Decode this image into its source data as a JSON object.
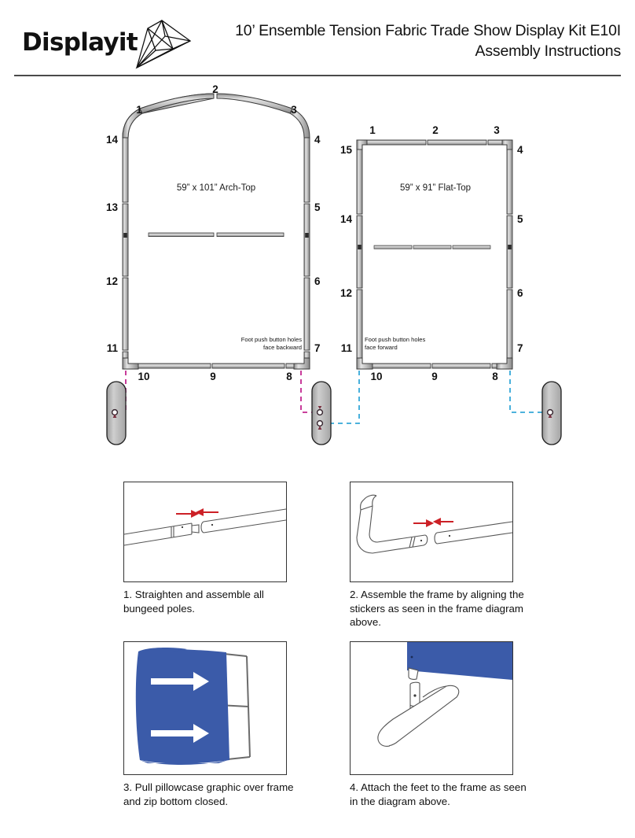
{
  "brand": {
    "name": "Displayit",
    "logo_icon": "origami-bird-logo-icon"
  },
  "header": {
    "title_line1": "10’ Ensemble Tension Fabric Trade Show Display Kit E10I",
    "title_line2": "Assembly Instructions"
  },
  "frames": {
    "left": {
      "size_label": "59” x 101” Arch-Top",
      "note": "Foot push button holes\nface backward",
      "note_line1": "Foot push button holes",
      "note_line2": "face backward",
      "pole_numbers": {
        "top_left": "1",
        "top_center": "2",
        "top_right": "3",
        "right_upper": "4",
        "right_mid_upper": "5",
        "right_mid_lower": "6",
        "right_lower": "7",
        "bottom_right": "8",
        "bottom_center": "9",
        "bottom_left": "10",
        "left_lower": "11",
        "left_mid_lower": "12",
        "left_mid_upper": "13",
        "left_upper": "14"
      }
    },
    "right": {
      "size_label": "59” x 91” Flat-Top",
      "note_line1": "Foot push button holes",
      "note_line2": "face forward",
      "pole_numbers": {
        "top_left": "1",
        "top_center": "2",
        "top_right": "3",
        "right_upper": "4",
        "right_mid_upper": "5",
        "right_mid_lower": "6",
        "right_lower": "7",
        "bottom_right": "8",
        "bottom_center": "9",
        "bottom_left": "10",
        "left_lower": "11",
        "left_mid_lower": "12",
        "left_mid_upper": "14",
        "left_upper": "15"
      }
    }
  },
  "steps": [
    {
      "number": "1",
      "caption": "1. Straighten and assemble all bungeed poles.",
      "figure_icon": "pole-joint-diagram-icon"
    },
    {
      "number": "2",
      "caption": "2. Assemble the frame by aligning the stickers as seen in the frame diagram above.",
      "figure_icon": "curved-pole-joint-diagram-icon"
    },
    {
      "number": "3",
      "caption": "3. Pull pillowcase graphic over frame and zip bottom closed.",
      "figure_icon": "pillowcase-graphic-diagram-icon"
    },
    {
      "number": "4",
      "caption": "4. Attach the feet to the frame as seen in the diagram above.",
      "figure_icon": "foot-attachment-diagram-icon"
    }
  ],
  "colors": {
    "graphic_blue": "#3b5ba9",
    "dashed_left": "#c2268f",
    "dashed_right": "#34a8d8",
    "arrow_red": "#cc2026",
    "pole_fill": "#c9c9c9",
    "pole_stroke": "#3a3a3a",
    "foot_fill": "#bdbdbd",
    "rule": "#4a4a4a"
  }
}
